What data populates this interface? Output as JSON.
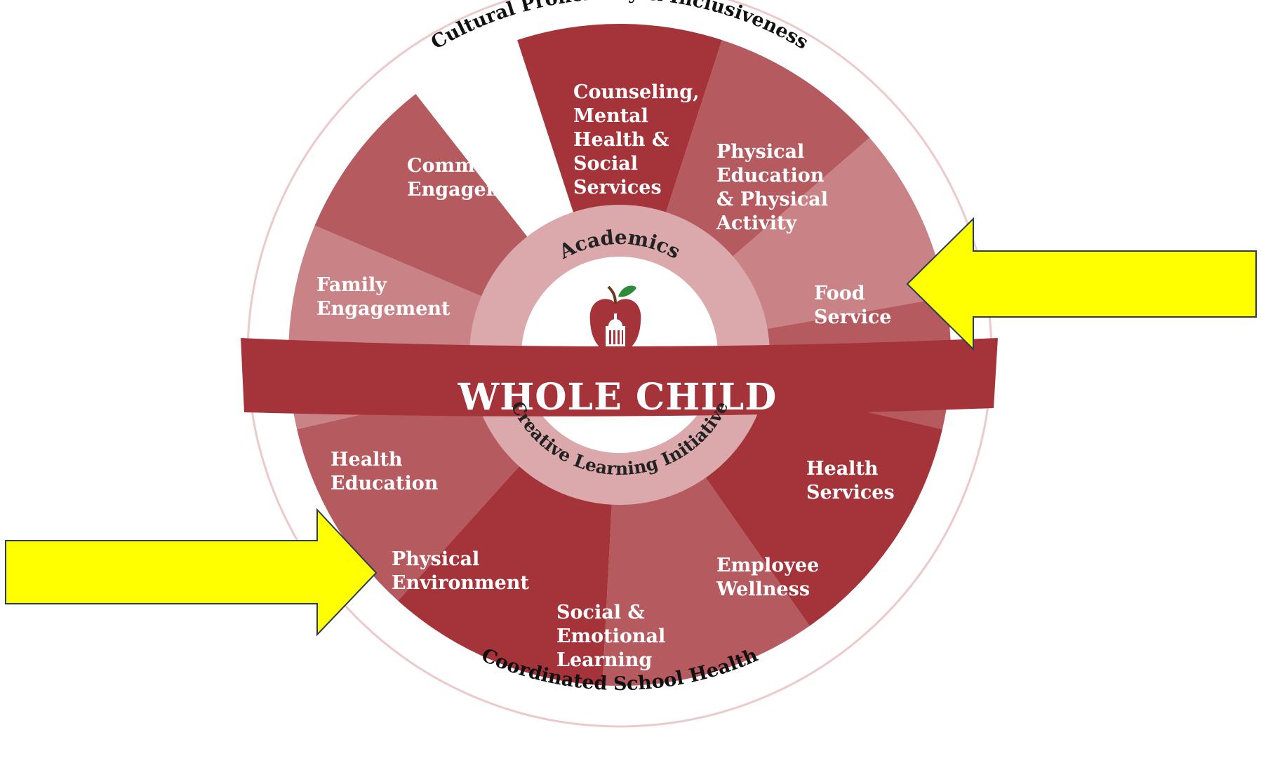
{
  "colors": {
    "dark": "#a4333a",
    "medium": "#b55a5f",
    "light": "#c98386",
    "inner_ring": "#dba8ab",
    "band": "#a4333a",
    "arrow_fill": "#ffff00",
    "arrow_stroke": "#2b3a55"
  },
  "outer_ring": {
    "top": "Cultural Proficiency & Inclusiveness",
    "bottom": "Coordinated School Health"
  },
  "inner_ring": {
    "top": "Academics",
    "bottom": "Creative Learning Initiative"
  },
  "band": {
    "title": "WHOLE CHILD"
  },
  "logo": {
    "icon": "apple-capitol-icon"
  },
  "segments": [
    {
      "id": "counseling",
      "tone": "dark",
      "lines": [
        "Counseling,",
        "Mental",
        "Health &",
        "Social",
        "Services"
      ]
    },
    {
      "id": "physical-education",
      "tone": "medium",
      "lines": [
        "Physical",
        "Education",
        "& Physical",
        "Activity"
      ]
    },
    {
      "id": "food-service",
      "tone": "light",
      "lines": [
        "Food",
        "Service"
      ]
    },
    {
      "id": "health-services",
      "tone": "medium",
      "lines": [
        "Health",
        "Services"
      ]
    },
    {
      "id": "employee-wellness",
      "tone": "dark",
      "lines": [
        "Employee",
        "Wellness"
      ]
    },
    {
      "id": "social-emotional",
      "tone": "medium",
      "lines": [
        "Social &",
        "Emotional",
        "Learning"
      ]
    },
    {
      "id": "physical-environment",
      "tone": "dark",
      "lines": [
        "Physical",
        "Environment"
      ]
    },
    {
      "id": "health-education",
      "tone": "medium",
      "lines": [
        "Health",
        "Education"
      ]
    },
    {
      "id": "family-engagement",
      "tone": "light",
      "lines": [
        "Family",
        "Engagement"
      ]
    },
    {
      "id": "community-engagement",
      "tone": "medium",
      "lines": [
        "Community",
        "Engagement"
      ]
    }
  ],
  "arrows": [
    {
      "id": "food-service",
      "direction": "left",
      "icon": "arrow-left-icon"
    },
    {
      "id": "physical-environment",
      "direction": "right",
      "icon": "arrow-right-icon"
    }
  ]
}
